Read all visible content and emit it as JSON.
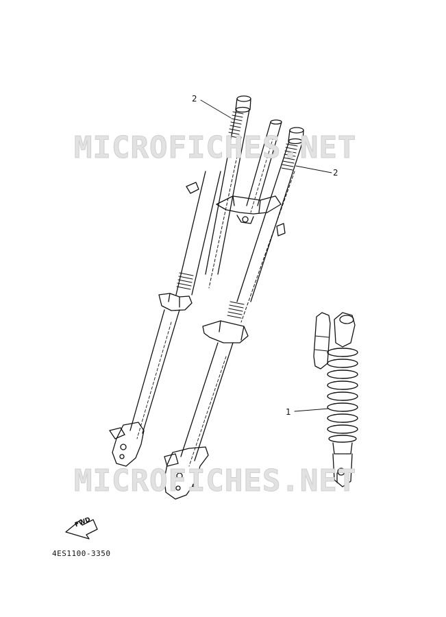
{
  "watermark": {
    "text_top": "MICROFICHES.NET",
    "text_bottom": "MICROFICHES.NET"
  },
  "callouts": {
    "left_fork_spring": "2",
    "right_fork_spring": "2",
    "rear_shock_spring": "1"
  },
  "fwd_arrow": {
    "label": "FWD",
    "icon": "forward-arrow-icon"
  },
  "part_code": "4ES1100-3350",
  "colors": {
    "line": "#111111",
    "background": "#ffffff",
    "watermark": "#e2e2e2"
  }
}
